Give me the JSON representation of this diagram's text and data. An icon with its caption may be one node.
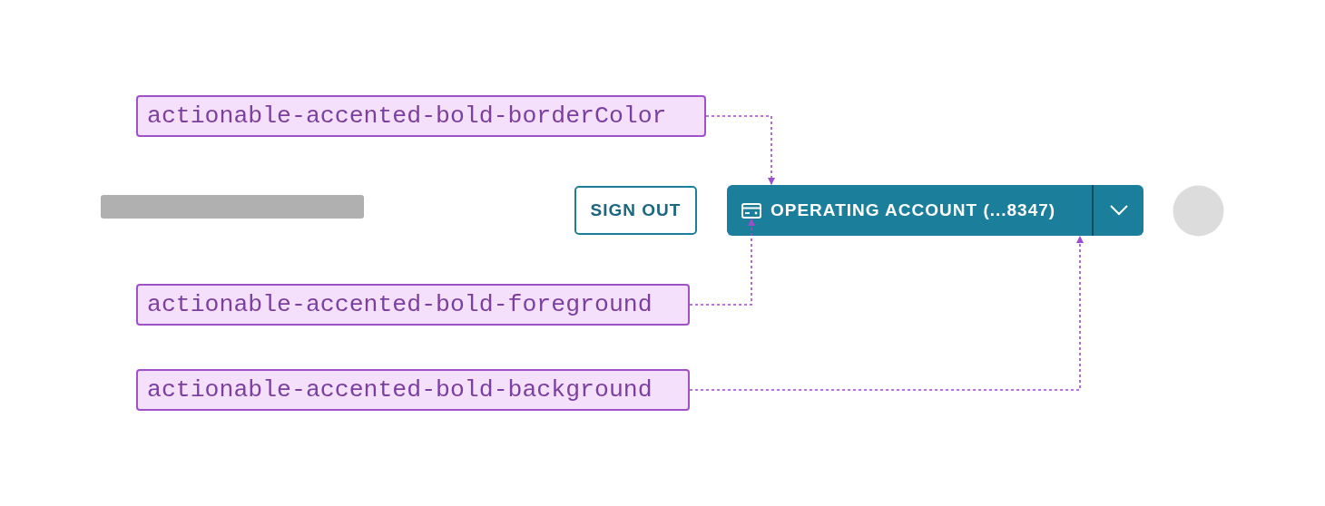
{
  "diagram": {
    "nodes": [
      {
        "text": [
          "actionable-accented-bold-borderColor"
        ]
      },
      {
        "text": [
          "actionable-accented-bold-foreground"
        ]
      },
      {
        "text": [
          "actionable-accented-bold-background"
        ]
      },
      {
        "text": [
          "SIGN OUT"
        ]
      },
      {
        "text": [
          "OPERATING ACCOUNT (...8347)"
        ]
      },
      {
        "text": [],
        "shape": "picture",
        "in": 4
      }
    ],
    "edges": [
      {
        "from": 0,
        "to": 4,
        "arrow": "to",
        "style": "dashed"
      },
      {
        "from": 1,
        "to": 5,
        "arrow": "to",
        "style": "dashed"
      },
      {
        "from": 2,
        "to": 4,
        "arrow": "to",
        "style": "dashed"
      }
    ]
  }
}
